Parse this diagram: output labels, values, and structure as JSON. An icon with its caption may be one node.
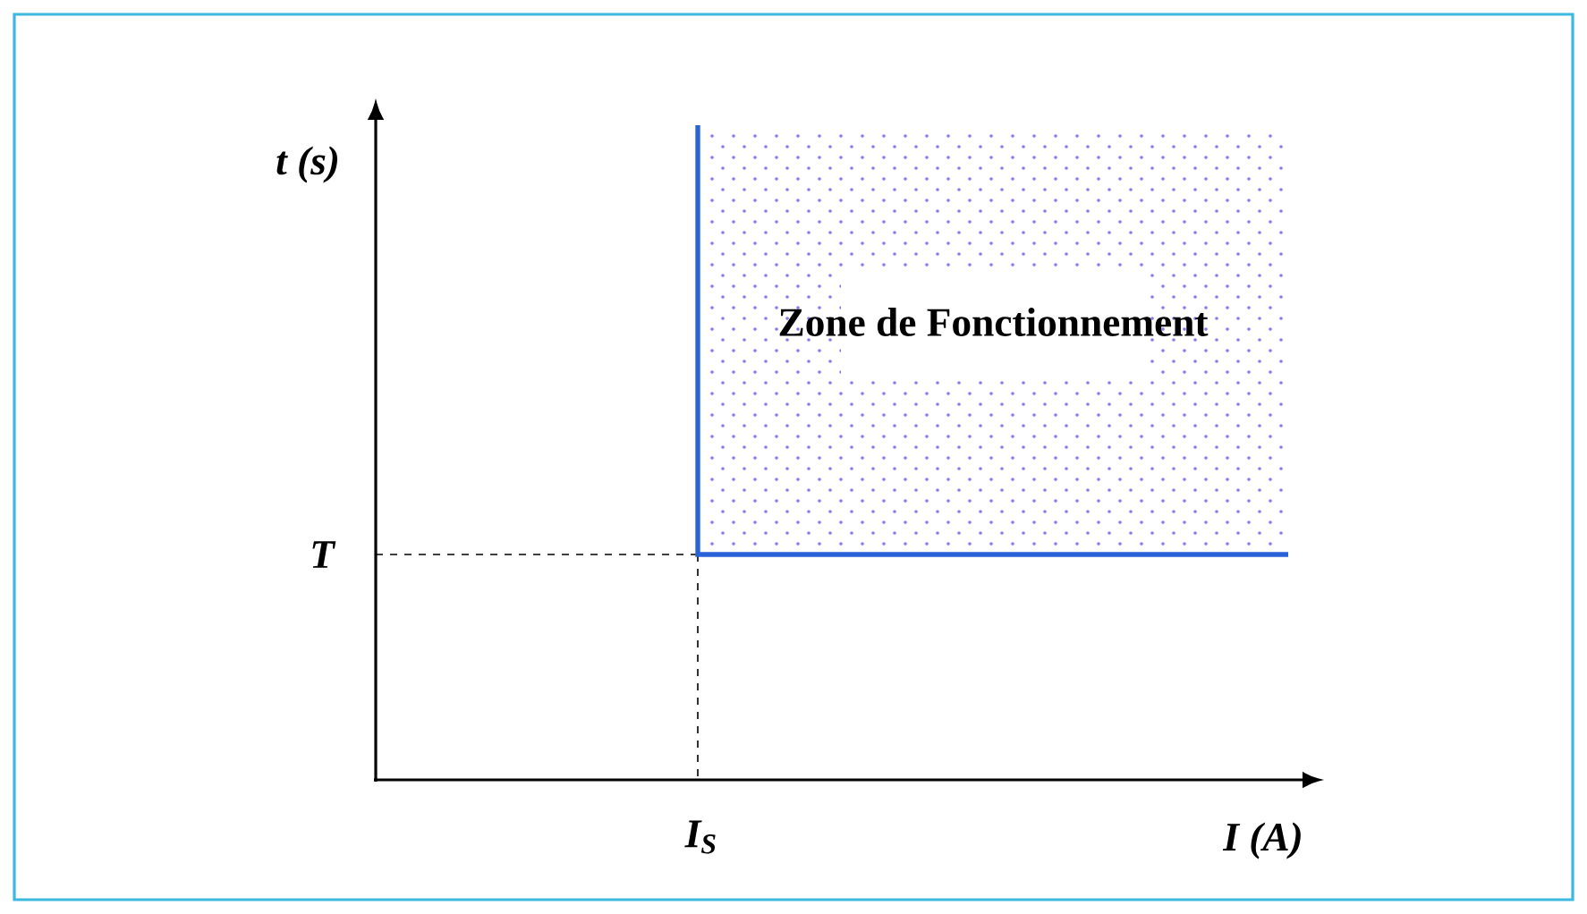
{
  "diagram": {
    "nodes": [
      {
        "text": [
          "Zone de Fonctionnement"
        ]
      }
    ],
    "labels": [
      "t (s)",
      "T",
      "I$_{S}$",
      "I (A)"
    ]
  }
}
